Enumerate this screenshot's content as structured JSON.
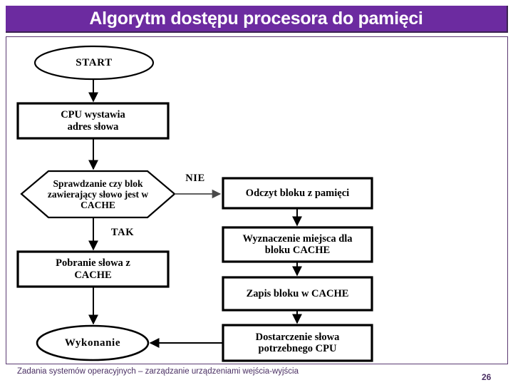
{
  "slide": {
    "title": "Algorytm dostępu procesora do pamięci",
    "banner_color": "#6c2ba0",
    "frame_border_color": "#5b3a72",
    "footer_color": "#4a2f63"
  },
  "footer": {
    "text": "Zadania systemów operacyjnych – zarządzanie urządzeniami wejścia-wyjścia",
    "page_number": "26"
  },
  "flowchart": {
    "nodes": {
      "start": {
        "label": "START",
        "shape": "ellipse"
      },
      "cpu_address": {
        "label": "CPU wystawia\nadres słowa",
        "shape": "rect"
      },
      "cache_check": {
        "label": "Sprawdzanie czy blok\nzawierający słowo jest w\nCACHE",
        "shape": "hexagon"
      },
      "fetch_from_cache": {
        "label": "Pobranie słowa z\nCACHE",
        "shape": "rect"
      },
      "execute": {
        "label": "Wykonanie",
        "shape": "ellipse"
      },
      "read_from_memory": {
        "label": "Odczyt bloku z pamięci",
        "shape": "rect"
      },
      "allocate_cache": {
        "label": "Wyznaczenie miejsca dla\nbloku CACHE",
        "shape": "rect"
      },
      "write_cache": {
        "label": "Zapis bloku w CACHE",
        "shape": "rect"
      },
      "deliver_word": {
        "label": "Dostarczenie słowa\npotrzebnego CPU",
        "shape": "rect"
      }
    },
    "branch_labels": {
      "no": "NIE",
      "yes": "TAK"
    }
  }
}
